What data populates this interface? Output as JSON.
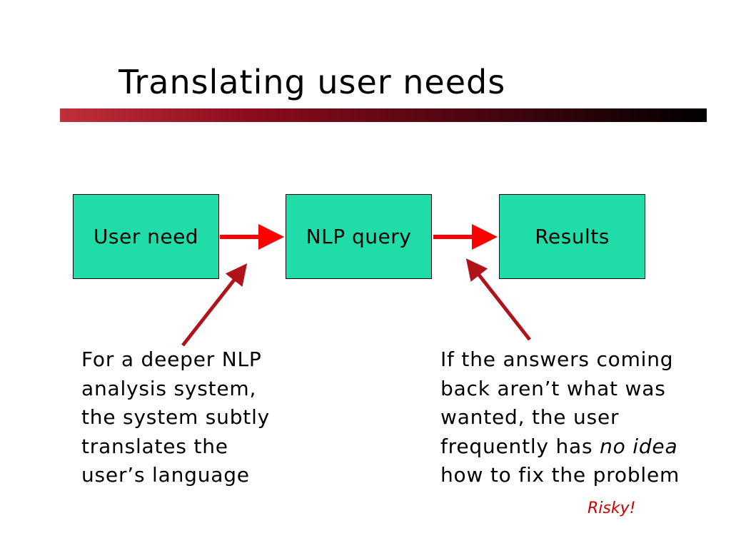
{
  "title": "Translating user needs",
  "flow": {
    "boxes": [
      "User need",
      "NLP query",
      "Results"
    ]
  },
  "captions": {
    "left": [
      "For a deeper NLP",
      "analysis system,",
      "the system subtly",
      "translates the",
      "user’s language"
    ],
    "right": {
      "line1": "If the answers coming",
      "line2": "back aren’t what was",
      "line3": "wanted, the user",
      "line4_prefix": "frequently has ",
      "line4_emphasis": "no idea",
      "line5": "how to fix the problem"
    }
  },
  "note": "Risky!",
  "colors": {
    "box_fill": "#1fdca9",
    "flow_arrow": "#ff0000",
    "pointer_arrow": "#b01319",
    "note_text": "#cc0000"
  }
}
